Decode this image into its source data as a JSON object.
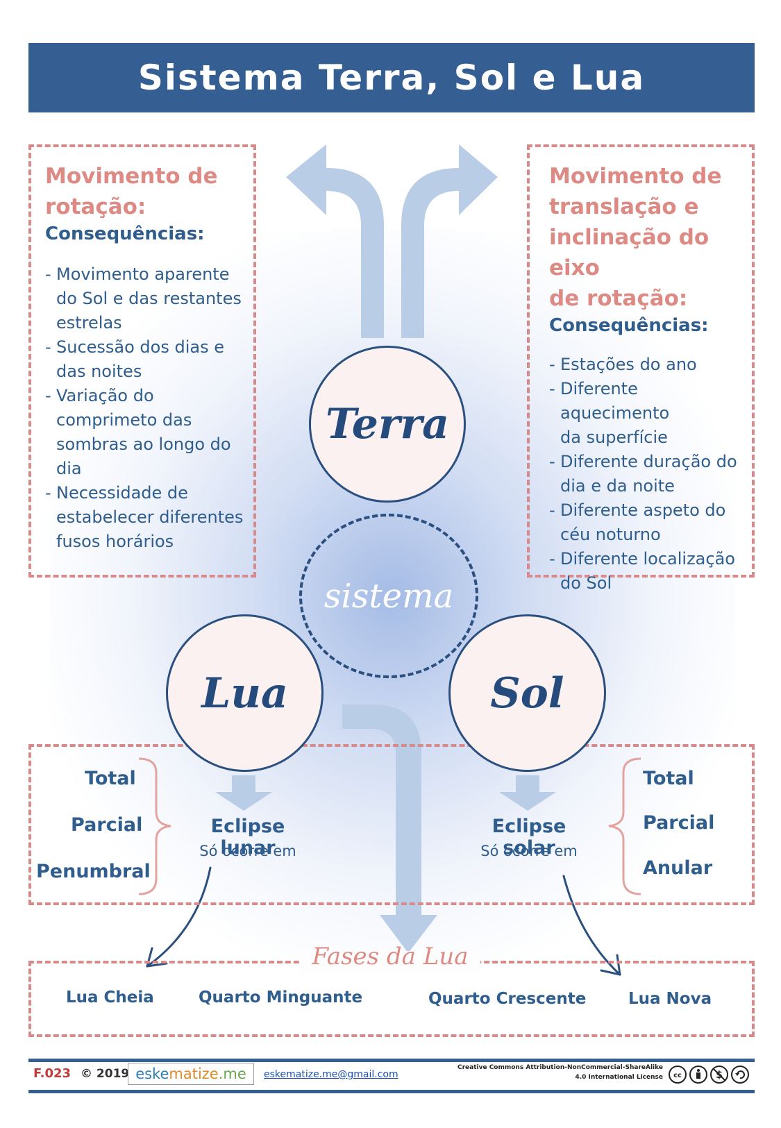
{
  "title": "Sistema Terra, Sol e Lua",
  "left_box": {
    "heading_line1": "Movimento de",
    "heading_line2": "rotação:",
    "subheading": "Consequências:",
    "items": [
      [
        "Movimento aparente",
        "do Sol e das restantes",
        "estrelas"
      ],
      [
        "Sucessão dos dias e",
        "das noites"
      ],
      [
        "Variação do",
        "comprimeto das",
        "sombras ao longo do",
        "dia"
      ],
      [
        "Necessidade de",
        "estabelecer diferentes",
        "fusos horários"
      ]
    ]
  },
  "right_box": {
    "heading_line1": "Movimento de",
    "heading_line2": "translação e",
    "heading_line3": "inclinação do eixo",
    "heading_line4": "de rotação:",
    "subheading": "Consequências:",
    "items": [
      [
        "Estações do ano"
      ],
      [
        "Diferente aquecimento",
        "da superfície"
      ],
      [
        "Diferente duração do",
        "dia e da noite"
      ],
      [
        "Diferente aspeto do",
        "céu noturno"
      ],
      [
        "Diferente localização",
        "do Sol"
      ]
    ]
  },
  "circles": {
    "terra": "Terra",
    "sistema": "sistema",
    "lua": "Lua",
    "sol": "Sol"
  },
  "lunar": {
    "types": [
      "Total",
      "Parcial",
      "Penumbral"
    ],
    "label": "Eclipse lunar",
    "sub": "Só ocorre em"
  },
  "solar": {
    "types": [
      "Total",
      "Parcial",
      "Anular"
    ],
    "label": "Eclipse solar",
    "sub": "Só ocorre em"
  },
  "phases": {
    "title": "Fases da Lua",
    "items": [
      "Lua Cheia",
      "Quarto Minguante",
      "Quarto Crescente",
      "Lua Nova"
    ]
  },
  "footer": {
    "code": "F.023",
    "copyright": "© 2019",
    "brand_part1": "eske",
    "brand_part2": "matize",
    "brand_part3": ".me",
    "email": "eskematize.me@gmail.com",
    "license_line1": "Creative Commons Attribution-NonCommercial-ShareAlike",
    "license_line2": "4.0 International License"
  },
  "colors": {
    "navy": "#355f92",
    "text_blue": "#2f5d8d",
    "salmon": "#dd8a84",
    "arrow_blue": "#b9cde6",
    "circle_fill": "#fbf1f1"
  },
  "icons": [
    "arrow-up-left-icon",
    "arrow-up-right-icon",
    "arrow-down-icon",
    "curved-arrow-icon",
    "cc-icon",
    "by-icon",
    "nc-icon",
    "sa-icon"
  ]
}
